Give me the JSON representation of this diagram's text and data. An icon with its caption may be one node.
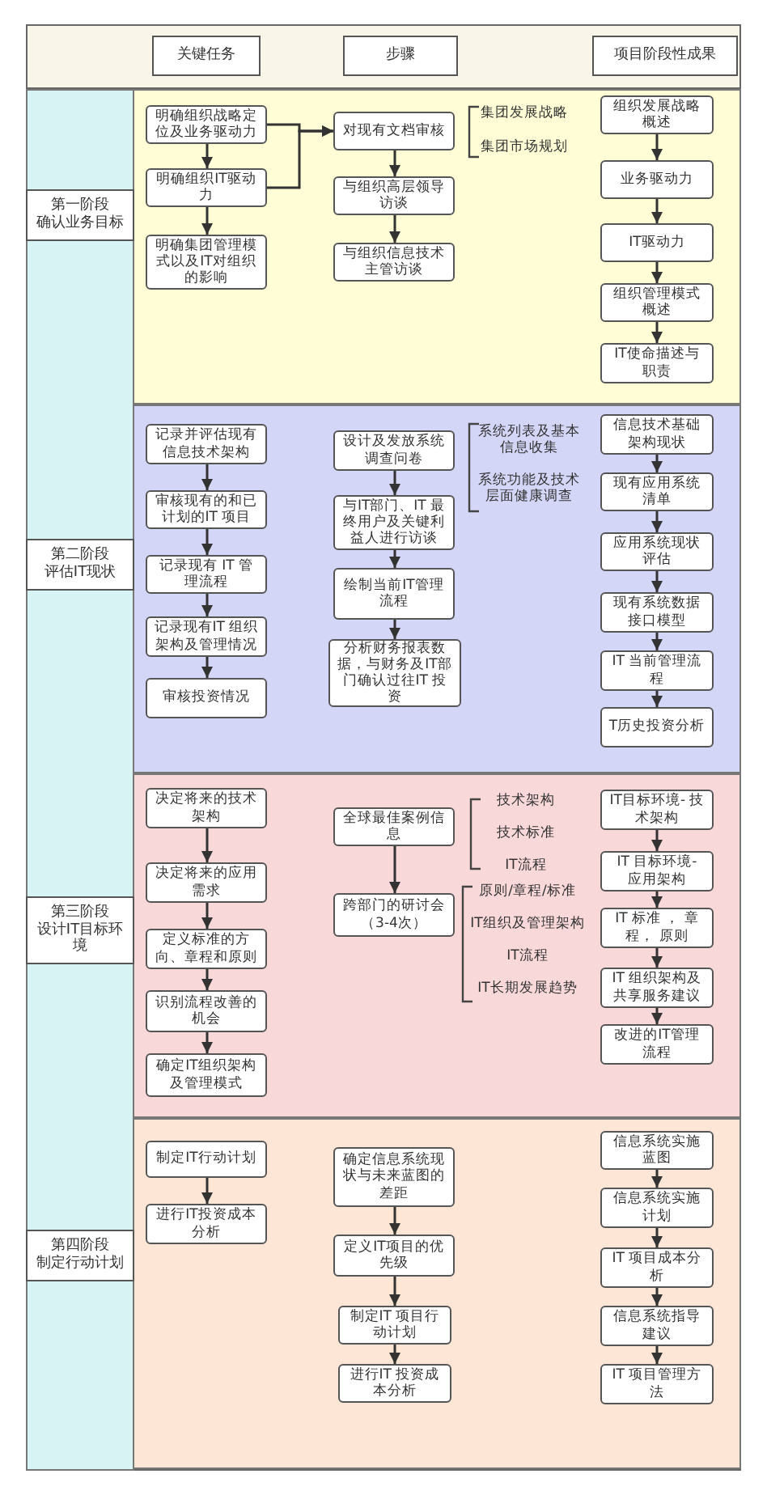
{
  "diagram": {
    "nodes": [
      {
        "text": [
          "关键任务"
        ]
      },
      {
        "text": [
          "步骤"
        ]
      },
      {
        "text": [
          "项目阶段性成果"
        ]
      },
      {
        "text": [
          "第一阶段",
          "确认业务目标"
        ]
      },
      {
        "text": [
          "明确组织战略定位及业务驱动力"
        ]
      },
      {
        "text": [
          "明确组织IT驱动力"
        ]
      },
      {
        "text": [
          "明确集团管理模式以及IT对组织的影响"
        ]
      },
      {
        "text": [
          "对现有文档审核"
        ]
      },
      {
        "text": [
          "与组织高层领导访谈"
        ]
      },
      {
        "text": [
          "与组织信息技术主管访谈"
        ]
      },
      {
        "text": [
          "组织发展战略概述"
        ]
      },
      {
        "text": [
          "业务驱动力"
        ]
      },
      {
        "text": [
          "IT驱动力"
        ]
      },
      {
        "text": [
          "组织管理模式概述"
        ]
      },
      {
        "text": [
          "IT使命描述与职责"
        ]
      },
      {
        "text": [
          "第二阶段",
          "评估IT现状"
        ]
      },
      {
        "text": [
          "记录并评估现有信息技术架构"
        ]
      },
      {
        "text": [
          "审核现有的和已计划的IT 项目"
        ]
      },
      {
        "text": [
          "记录现有 IT 管理流程"
        ]
      },
      {
        "text": [
          "记录现有IT 组织架构及管理情况"
        ]
      },
      {
        "text": [
          "审核投资情况"
        ]
      },
      {
        "text": [
          "设计及发放系统调查问卷"
        ]
      },
      {
        "text": [
          "与IT部门、IT 最终用户及关键利益人进行访谈"
        ]
      },
      {
        "text": [
          "绘制当前IT管理流程"
        ]
      },
      {
        "text": [
          "分析财务报表数据，与财务及IT部门确认过往IT 投资"
        ]
      },
      {
        "text": [
          "信息技术基础架构现状"
        ]
      },
      {
        "text": [
          "现有应用系统清单"
        ]
      },
      {
        "text": [
          "应用系统现状评估"
        ]
      },
      {
        "text": [
          "现有系统数据接口模型"
        ]
      },
      {
        "text": [
          "IT 当前管理流程"
        ]
      },
      {
        "text": [
          "T历史投资分析"
        ]
      },
      {
        "text": [
          "第三阶段",
          "设计IT目标环境"
        ]
      },
      {
        "text": [
          "决定将来的技术架构"
        ]
      },
      {
        "text": [
          "决定将来的应用需求"
        ]
      },
      {
        "text": [
          "定义标准的方向、章程和原则"
        ]
      },
      {
        "text": [
          "识别流程改善的机会"
        ]
      },
      {
        "text": [
          "确定IT组织架构及管理模式"
        ]
      },
      {
        "text": [
          "全球最佳案例信息"
        ]
      },
      {
        "text": [
          "跨部门的研讨会（3-4次）"
        ]
      },
      {
        "text": [
          "IT目标环境- 技术架构"
        ]
      },
      {
        "text": [
          "IT 目标环境- 应用架构"
        ]
      },
      {
        "text": [
          "IT 标准 ， 章程， 原则"
        ]
      },
      {
        "text": [
          "IT 组织架构及共享服务建议"
        ]
      },
      {
        "text": [
          "改进的IT管理流程"
        ]
      },
      {
        "text": [
          "第四阶段",
          "制定行动计划"
        ]
      },
      {
        "text": [
          "制定IT行动计划"
        ]
      },
      {
        "text": [
          "进行IT投资成本分析"
        ]
      },
      {
        "text": [
          "确定信息系统现状与未来蓝图的差距"
        ]
      },
      {
        "text": [
          "定义IT项目的优先级"
        ]
      },
      {
        "text": [
          "制定IT 项目行动计划"
        ]
      },
      {
        "text": [
          "进行IT 投资成本分析"
        ]
      },
      {
        "text": [
          "信息系统实施蓝图"
        ]
      },
      {
        "text": [
          "信息系统实施计划"
        ]
      },
      {
        "text": [
          "IT 项目成本分析"
        ]
      },
      {
        "text": [
          "信息系统指导建议"
        ]
      },
      {
        "text": [
          "IT 项目管理方法"
        ]
      }
    ],
    "edges": [
      {
        "from": 4,
        "to": 5,
        "arrow": "to"
      },
      {
        "from": 5,
        "to": 6,
        "arrow": "to"
      },
      {
        "from": 4,
        "to": 7,
        "arrow": "to"
      },
      {
        "from": 5,
        "to": 7,
        "arrow": "to"
      },
      {
        "from": 7,
        "to": 8,
        "arrow": "to"
      },
      {
        "from": 8,
        "to": 9,
        "arrow": "to"
      },
      {
        "from": 10,
        "to": 11,
        "arrow": "to"
      },
      {
        "from": 11,
        "to": 12,
        "arrow": "to"
      },
      {
        "from": 12,
        "to": 13,
        "arrow": "to"
      },
      {
        "from": 13,
        "to": 14,
        "arrow": "to"
      },
      {
        "from": 16,
        "to": 17,
        "arrow": "to"
      },
      {
        "from": 17,
        "to": 18,
        "arrow": "to"
      },
      {
        "from": 18,
        "to": 19,
        "arrow": "to"
      },
      {
        "from": 19,
        "to": 20,
        "arrow": "to"
      },
      {
        "from": 21,
        "to": 22,
        "arrow": "to"
      },
      {
        "from": 22,
        "to": 23,
        "arrow": "to"
      },
      {
        "from": 23,
        "to": 24,
        "arrow": "to"
      },
      {
        "from": 25,
        "to": 26,
        "arrow": "to"
      },
      {
        "from": 26,
        "to": 27,
        "arrow": "to"
      },
      {
        "from": 27,
        "to": 28,
        "arrow": "to"
      },
      {
        "from": 28,
        "to": 29,
        "arrow": "to"
      },
      {
        "from": 29,
        "to": 30,
        "arrow": "to"
      },
      {
        "from": 32,
        "to": 33,
        "arrow": "to"
      },
      {
        "from": 33,
        "to": 34,
        "arrow": "to"
      },
      {
        "from": 34,
        "to": 35,
        "arrow": "to"
      },
      {
        "from": 35,
        "to": 36,
        "arrow": "to"
      },
      {
        "from": 37,
        "to": 38,
        "arrow": "to"
      },
      {
        "from": 39,
        "to": 40,
        "arrow": "to"
      },
      {
        "from": 40,
        "to": 41,
        "arrow": "to"
      },
      {
        "from": 41,
        "to": 42,
        "arrow": "to"
      },
      {
        "from": 42,
        "to": 43,
        "arrow": "to"
      },
      {
        "from": 45,
        "to": 46,
        "arrow": "to"
      },
      {
        "from": 47,
        "to": 48,
        "arrow": "to"
      },
      {
        "from": 48,
        "to": 49,
        "arrow": "to"
      },
      {
        "from": 49,
        "to": 50,
        "arrow": "to"
      },
      {
        "from": 51,
        "to": 52,
        "arrow": "to"
      },
      {
        "from": 52,
        "to": 53,
        "arrow": "to"
      },
      {
        "from": 53,
        "to": 54,
        "arrow": "to"
      },
      {
        "from": 54,
        "to": 55,
        "arrow": "to"
      }
    ],
    "labels": [
      "集团发展战略",
      "集团市场规划",
      "系统列表及基本信息收集",
      "系统功能及技术层面健康调查",
      "技术架构",
      "技术标准",
      "IT流程",
      "原则/章程/标准",
      "IT组织及管理架构",
      "IT流程",
      "IT长期发展趋势"
    ]
  }
}
